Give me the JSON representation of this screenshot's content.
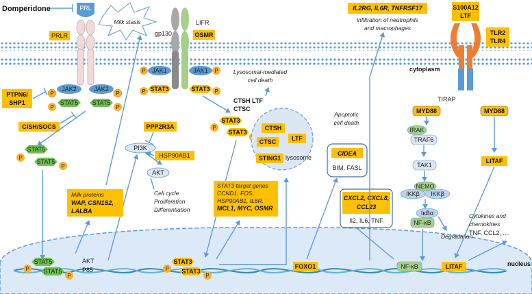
{
  "colors": {
    "highlight": "#ffc000",
    "arrow": "#5b9bd5",
    "membrane_head": "#6a96c8",
    "stat_green": "#70c050",
    "phospho": "#f5b335",
    "nucleus_fill": "#dce9f6"
  },
  "top": {
    "domperidone": "Domperidone",
    "prl": "PRL",
    "prlr": "PRLR",
    "milk_stasis": "Milk stasis",
    "gp130": "gp130",
    "lifr": "LIFR",
    "osmr": "OSMR",
    "infiltration_genes": "IL2RG, IL6R, TNFRSF17",
    "infiltration_line1": "infiltration of neutrophils",
    "infiltration_line2": "and macrophages",
    "s100a12": "S100A12",
    "ltf_top": "LTF",
    "tlr2": "TLR2",
    "tlr4": "TLR4",
    "cytoplasm": "cytoplasm",
    "nucleus": "nucleus"
  },
  "jak_stat_left": {
    "jak2_a": "JAK2",
    "jak2_b": "JAK2",
    "stat5_a": "STAT5",
    "stat5_b": "STAT5",
    "ptpn6_l1": "PTPN6/",
    "ptpn6_l2": "SHP1",
    "cish": "CISH/SOCS",
    "stat5_dimer_a": "STAT5",
    "stat5_dimer_b": "STAT5",
    "p": "P"
  },
  "jak_stat_mid": {
    "jak1_a": "JAK1",
    "jak1_b": "JAK1",
    "stat3_a": "STAT3",
    "stat3_b": "STAT3",
    "stat3_dimer_a": "STAT3",
    "stat3_dimer_b": "STAT3",
    "ppp2r3a": "PPP2R3A",
    "pi3k": "PI3K",
    "hsp90ab1": "HSP90AB1",
    "akt": "AKT",
    "cell_cycle_1": "Cell cycle",
    "cell_cycle_2": "Proliferation",
    "cell_cycle_3": "Differentiation"
  },
  "milk_proteins": {
    "title": "Milk proteins",
    "genes_1": "WAP, CSN1S2,",
    "genes_2": "LALBA"
  },
  "stat3_targets": {
    "title": "STAT3 target genes",
    "line1": "CCND1, FOS,",
    "line2": "HSP90AB1, IL6R,",
    "line3": "MCL1, MYC, OSMR"
  },
  "lysosome": {
    "death_1": "Lysosomal-mediated",
    "death_2": "cell death",
    "released_1": "CTSH  LTF",
    "released_2": "CTSC",
    "ctsh": "CTSH",
    "ctsc": "CTSC",
    "ltf": "LTF",
    "sting1": "STING1",
    "label": "lysosome"
  },
  "apoptosis": {
    "line1": "Apoptotic",
    "line2": "cell death",
    "cidea": "CIDEA",
    "bim": "BIM, FASL"
  },
  "cytokines_box": {
    "line1": "CXCL2, CXCL8,",
    "line2": "CCL23",
    "line3": "Il2, IL6, TNF"
  },
  "tlr_pathway": {
    "tirap": "TIRAP",
    "myd88_a": "MYD88",
    "myd88_b": "MYD88",
    "irak": "IRAK",
    "traf6": "TRAF6",
    "tak1": "TAK1",
    "nemo": "NEMO",
    "ikkb_a": "IKKβ",
    "ikkb_b": "IKKβ",
    "ikba": "IκBα",
    "nfkb": "NF-κB",
    "degradation": "Degradation",
    "litaf": "LITAF",
    "cyto_line1": "Cytokines and",
    "cyto_line2": "chemokines",
    "cyto_line3": "TNF, CCL2, ...."
  },
  "nucleus_items": {
    "stat5_a": "STAT5",
    "stat5_b": "STAT5",
    "akt": "AKT",
    "p85": "P85",
    "stat3_a": "STAT3",
    "stat3_b": "STAT3",
    "foxo1": "FOXO1",
    "nfkb": "NF-κB",
    "litaf": "LITAF"
  }
}
